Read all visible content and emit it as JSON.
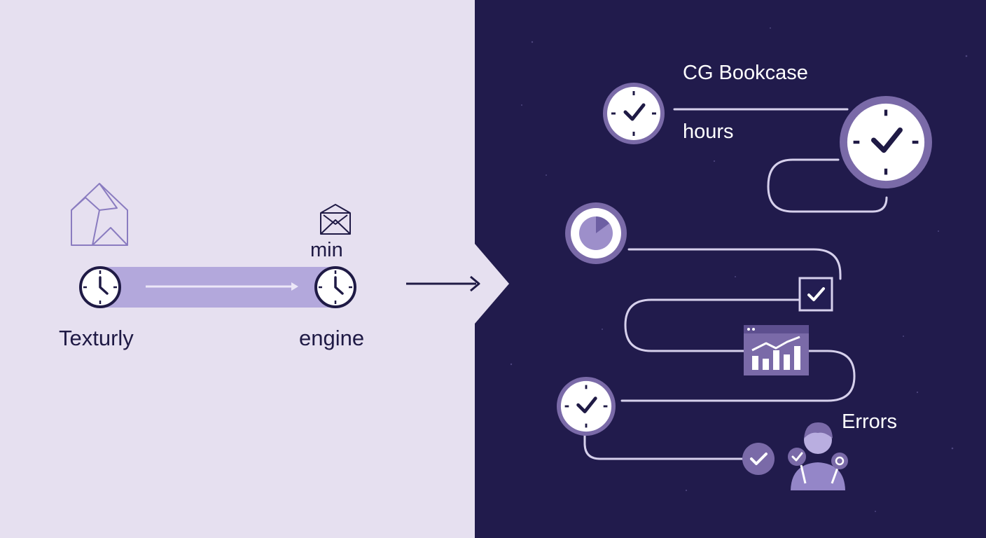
{
  "colors": {
    "left_bg": "#e6e0f0",
    "right_bg": "#211b4c",
    "accent": "#7a6aa8",
    "accent_light": "#b3a8dc",
    "ink": "#1f1a45"
  },
  "left_panel": {
    "start_label": "Texturly",
    "end_label": "engine",
    "duration_label": "min"
  },
  "right_panel": {
    "title": "CG Bookcase",
    "duration_label": "hours",
    "errors_label": "Errors"
  }
}
